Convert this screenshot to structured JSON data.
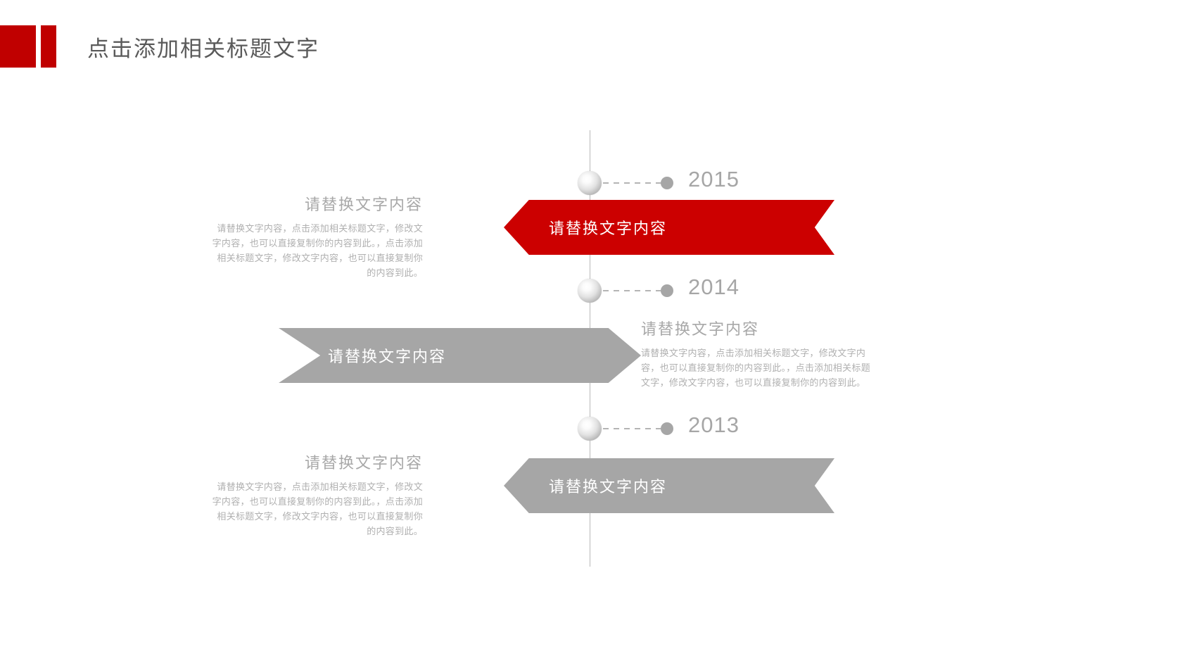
{
  "header": {
    "title": "点击添加相关标题文字",
    "accent_color": "#c00000"
  },
  "theme": {
    "red": "#cc0000",
    "grey": "#a6a6a6",
    "text_grey": "#a8a8a8",
    "body_grey": "#b0b0b0",
    "title_grey": "#5a5a5a"
  },
  "timeline": {
    "nodes": [
      {
        "year": "2015"
      },
      {
        "year": "2014"
      },
      {
        "year": "2013"
      }
    ],
    "entries": [
      {
        "year": "2015",
        "banner_label": "请替换文字内容",
        "banner_color": "#cc0000",
        "side": "left",
        "heading": "请替换文字内容",
        "body": "请替换文字内容，点击添加相关标题文字，修改文字内容，也可以直接复制你的内容到此。，点击添加相关标题文字，修改文字内容，也可以直接复制你的内容到此。"
      },
      {
        "year": "2014",
        "banner_label": "请替换文字内容",
        "banner_color": "#a6a6a6",
        "side": "right",
        "heading": "请替换文字内容",
        "body": "请替换文字内容，点击添加相关标题文字，修改文字内容，也可以直接复制你的内容到此。，点击添加相关标题文字，修改文字内容，也可以直接复制你的内容到此。"
      },
      {
        "year": "2013",
        "banner_label": "请替换文字内容",
        "banner_color": "#a6a6a6",
        "side": "left",
        "heading": "请替换文字内容",
        "body": "请替换文字内容，点击添加相关标题文字，修改文字内容，也可以直接复制你的内容到此。，点击添加相关标题文字，修改文字内容，也可以直接复制你的内容到此。"
      }
    ]
  }
}
